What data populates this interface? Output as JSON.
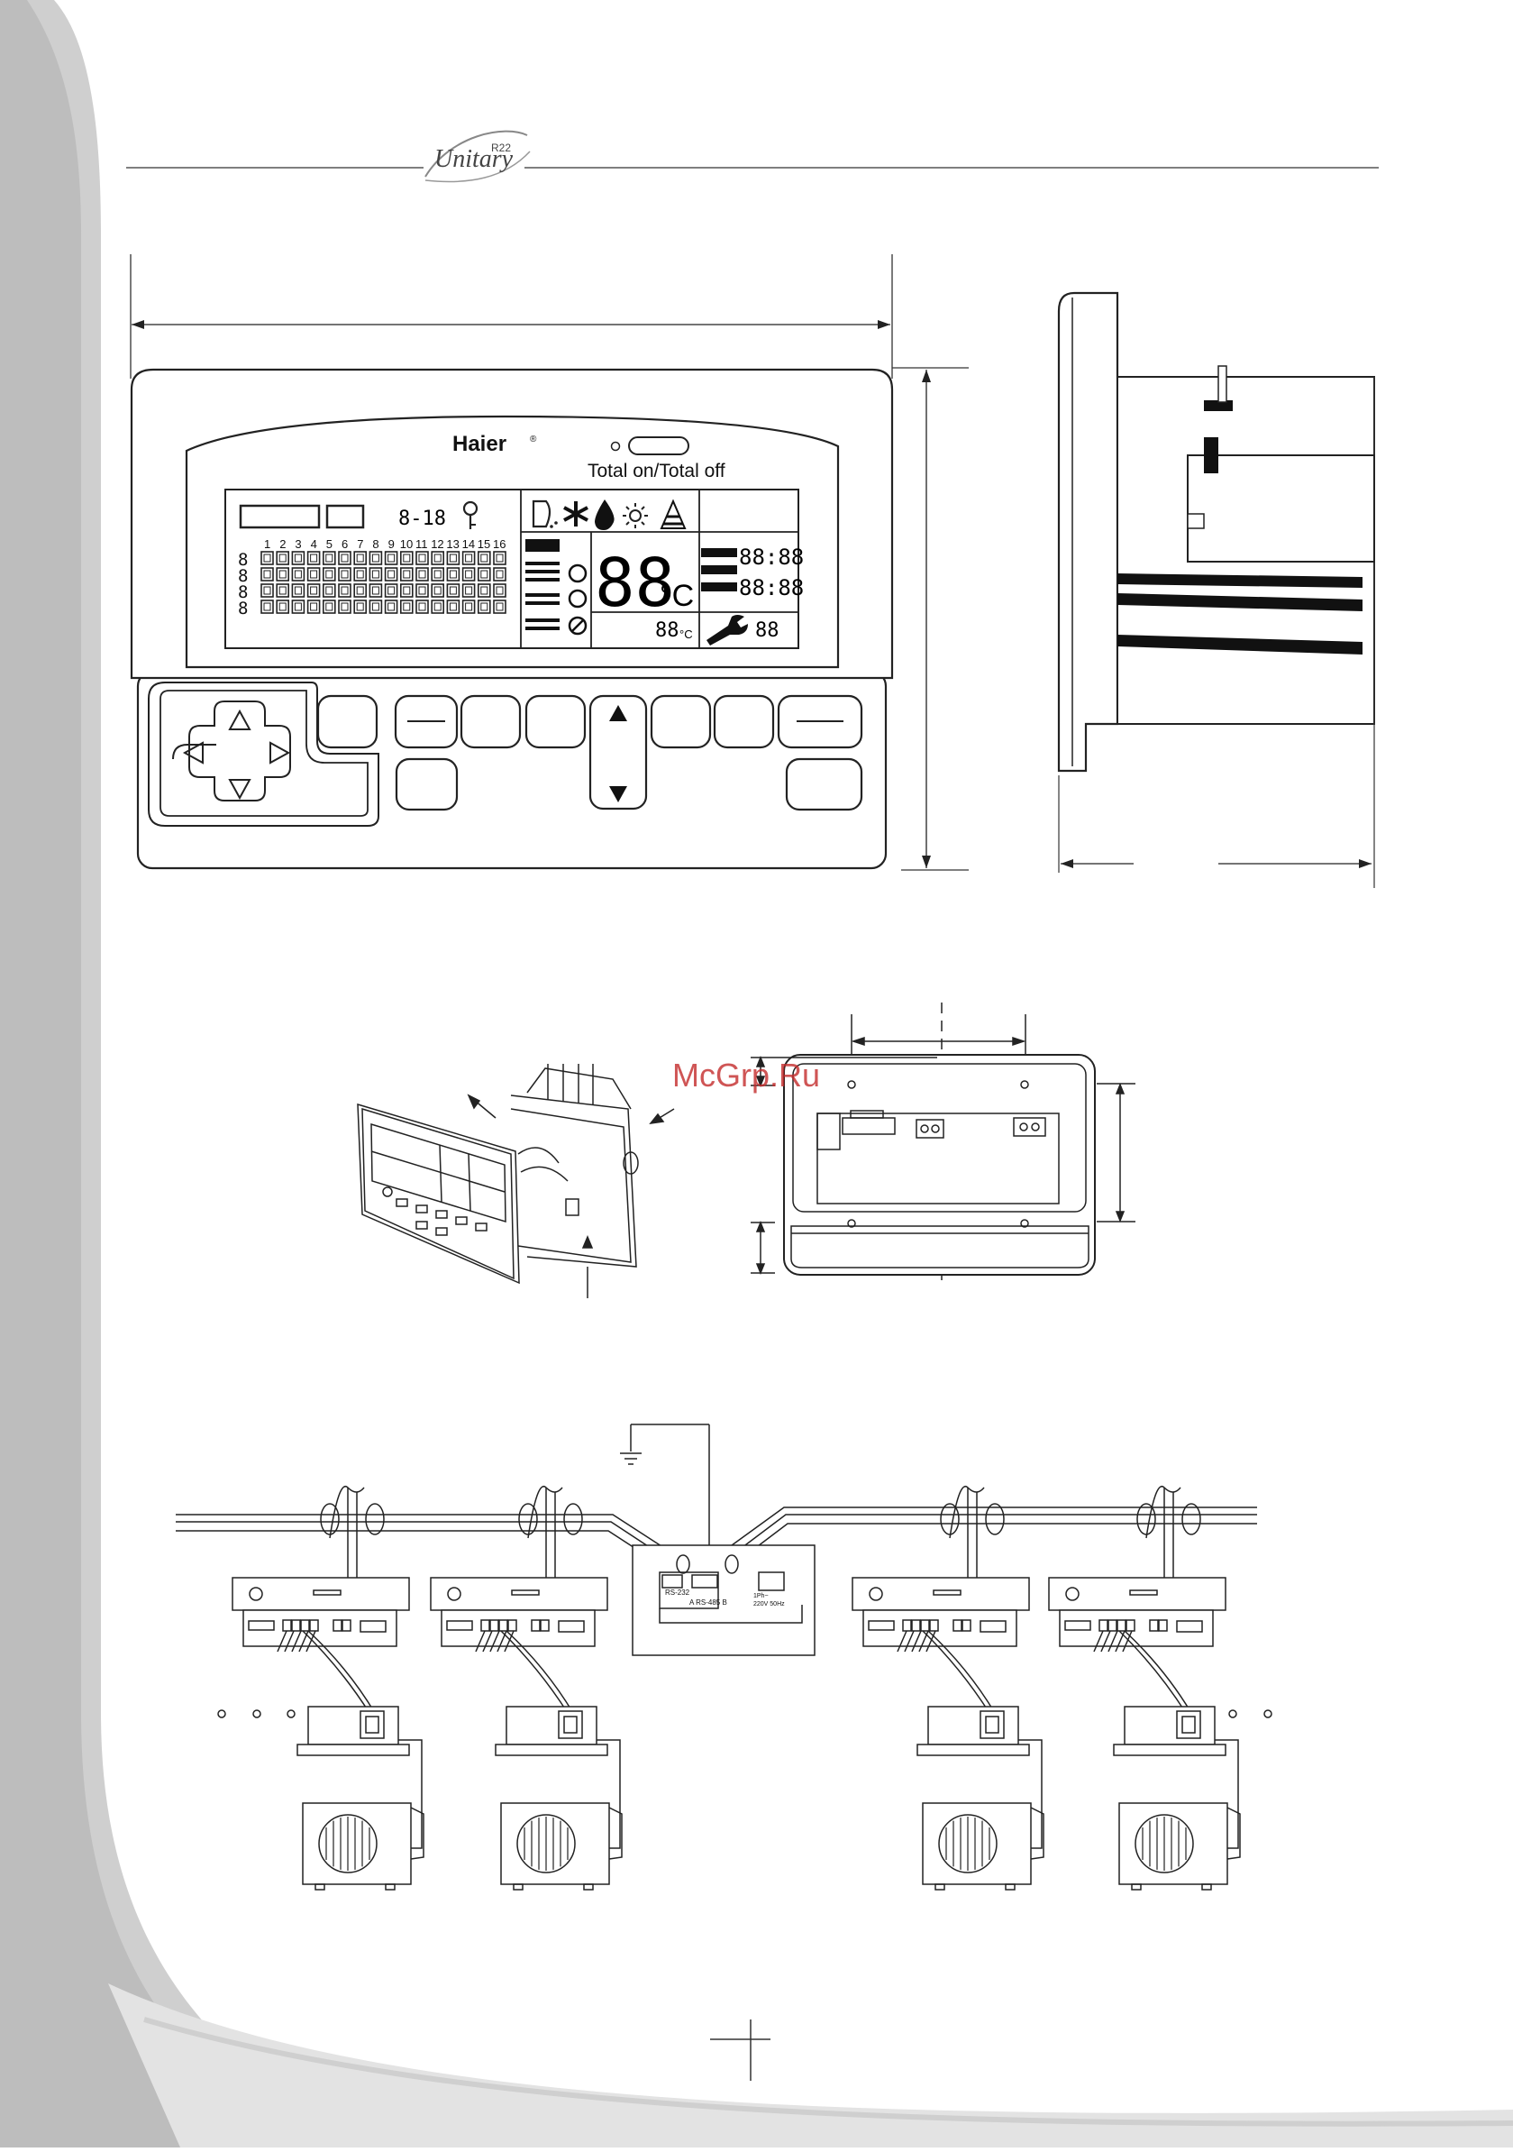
{
  "header": {
    "logo_main": "Unitary",
    "logo_sup": "R22"
  },
  "controller": {
    "brand": "Haier",
    "registered": "®",
    "total_button_label": "Total on/Total off",
    "lcd": {
      "range_text": "8-18",
      "columns": [
        "1",
        "2",
        "3",
        "4",
        "5",
        "6",
        "7",
        "8",
        "9",
        "10",
        "11",
        "12",
        "13",
        "14",
        "15",
        "16"
      ],
      "row_digits": [
        "8",
        "8",
        "8",
        "8"
      ],
      "main_temp": "88",
      "main_unit": "°C",
      "time_top": "88:88",
      "time_bottom": "88:88",
      "small_temp": "88",
      "small_unit": "°C",
      "service_code": "88"
    }
  },
  "install_diagram": {
    "rs232": "RS-232",
    "rs485": "A RS-485 B",
    "power_line1": "1Ph~",
    "power_line2": "220V 50Hz"
  },
  "watermark": "McGrp.Ru",
  "icons": [
    "key-icon",
    "remote-icon",
    "snowflake-icon",
    "drop-icon",
    "sun-icon",
    "fan-icon",
    "wrench-icon",
    "ground-icon",
    "arrow-up-icon",
    "arrow-down-icon",
    "arrow-left-icon",
    "arrow-right-icon"
  ]
}
